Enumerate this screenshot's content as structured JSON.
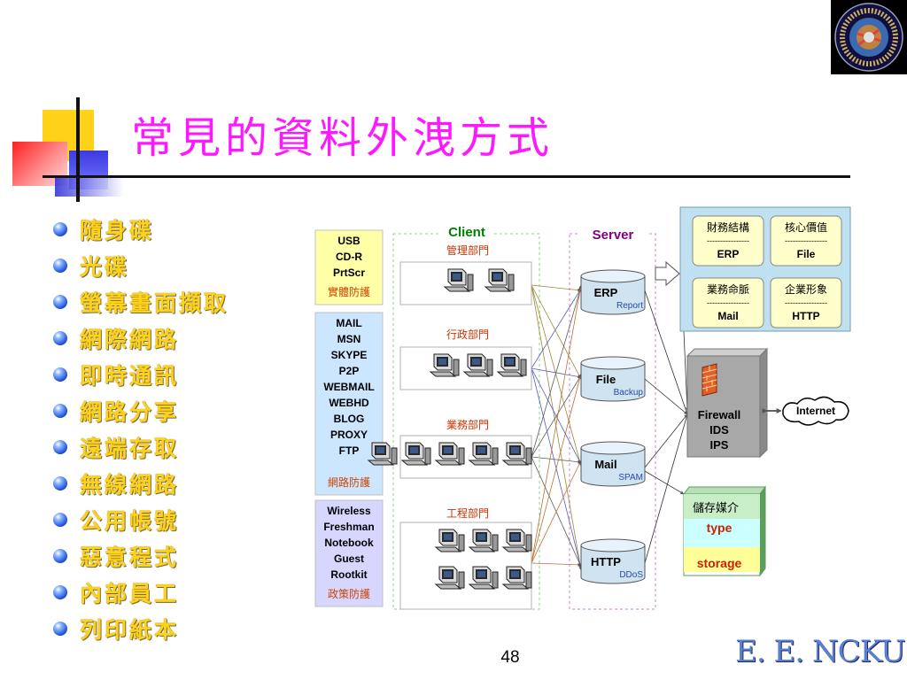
{
  "title": "常見的資料外洩方式",
  "bullets": [
    "隨身碟",
    "光碟",
    "螢幕畫面擷取",
    "網際網路",
    "即時通訊",
    "網路分享",
    "遠端存取",
    "無線網路",
    "公用帳號",
    "惡意程式",
    "內部員工",
    "列印紙本"
  ],
  "colors": {
    "title": "#ff18ff",
    "bullet_text": "#ffd21a",
    "footer_brand": "#5a7fd0",
    "client_label": "#008000",
    "server_label": "#800080",
    "protection_label": "#cc4400",
    "department_label": "#cc3300"
  },
  "diagram": {
    "client_label": "Client",
    "server_label": "Server",
    "protection_groups": [
      {
        "items": [
          "USB",
          "CD-R",
          "PrtScr"
        ],
        "caption": "實體防護",
        "fill": "#ffffa8"
      },
      {
        "items": [
          "MAIL",
          "MSN",
          "SKYPE",
          "P2P",
          "WEBMAIL",
          "WEBHD",
          "BLOG",
          "PROXY",
          "FTP"
        ],
        "caption": "網路防護",
        "fill": "#cce6ff"
      },
      {
        "items": [
          "Wireless",
          "Freshman",
          "Notebook",
          "Guest",
          "Rootkit"
        ],
        "caption": "政策防護",
        "fill": "#d6d6ff"
      }
    ],
    "departments": [
      {
        "name": "管理部門",
        "pcs": 2
      },
      {
        "name": "行政部門",
        "pcs": 3
      },
      {
        "name": "業務部門",
        "pcs": 5
      },
      {
        "name": "工程部門",
        "pcs": 6
      }
    ],
    "servers": [
      {
        "name": "ERP",
        "sub": "Report"
      },
      {
        "name": "File",
        "sub": "Backup"
      },
      {
        "name": "Mail",
        "sub": "SPAM"
      },
      {
        "name": "HTTP",
        "sub": "DDoS"
      }
    ],
    "assets": [
      {
        "label": "財務結構",
        "value": "ERP"
      },
      {
        "label": "核心價值",
        "value": "File"
      },
      {
        "label": "業務命脈",
        "value": "Mail"
      },
      {
        "label": "企業形象",
        "value": "HTTP"
      }
    ],
    "asset_separator": "----------------",
    "firewall_lines": [
      "Firewall",
      "IDS",
      "IPS"
    ],
    "internet_label": "Internet",
    "storage": {
      "title": "儲存媒介",
      "type_label": "type",
      "storage_label": "storage"
    }
  },
  "logo": {
    "icon": "emblem-seal-icon"
  },
  "page_number": "48",
  "footer_brand": "E. E. NCKU"
}
